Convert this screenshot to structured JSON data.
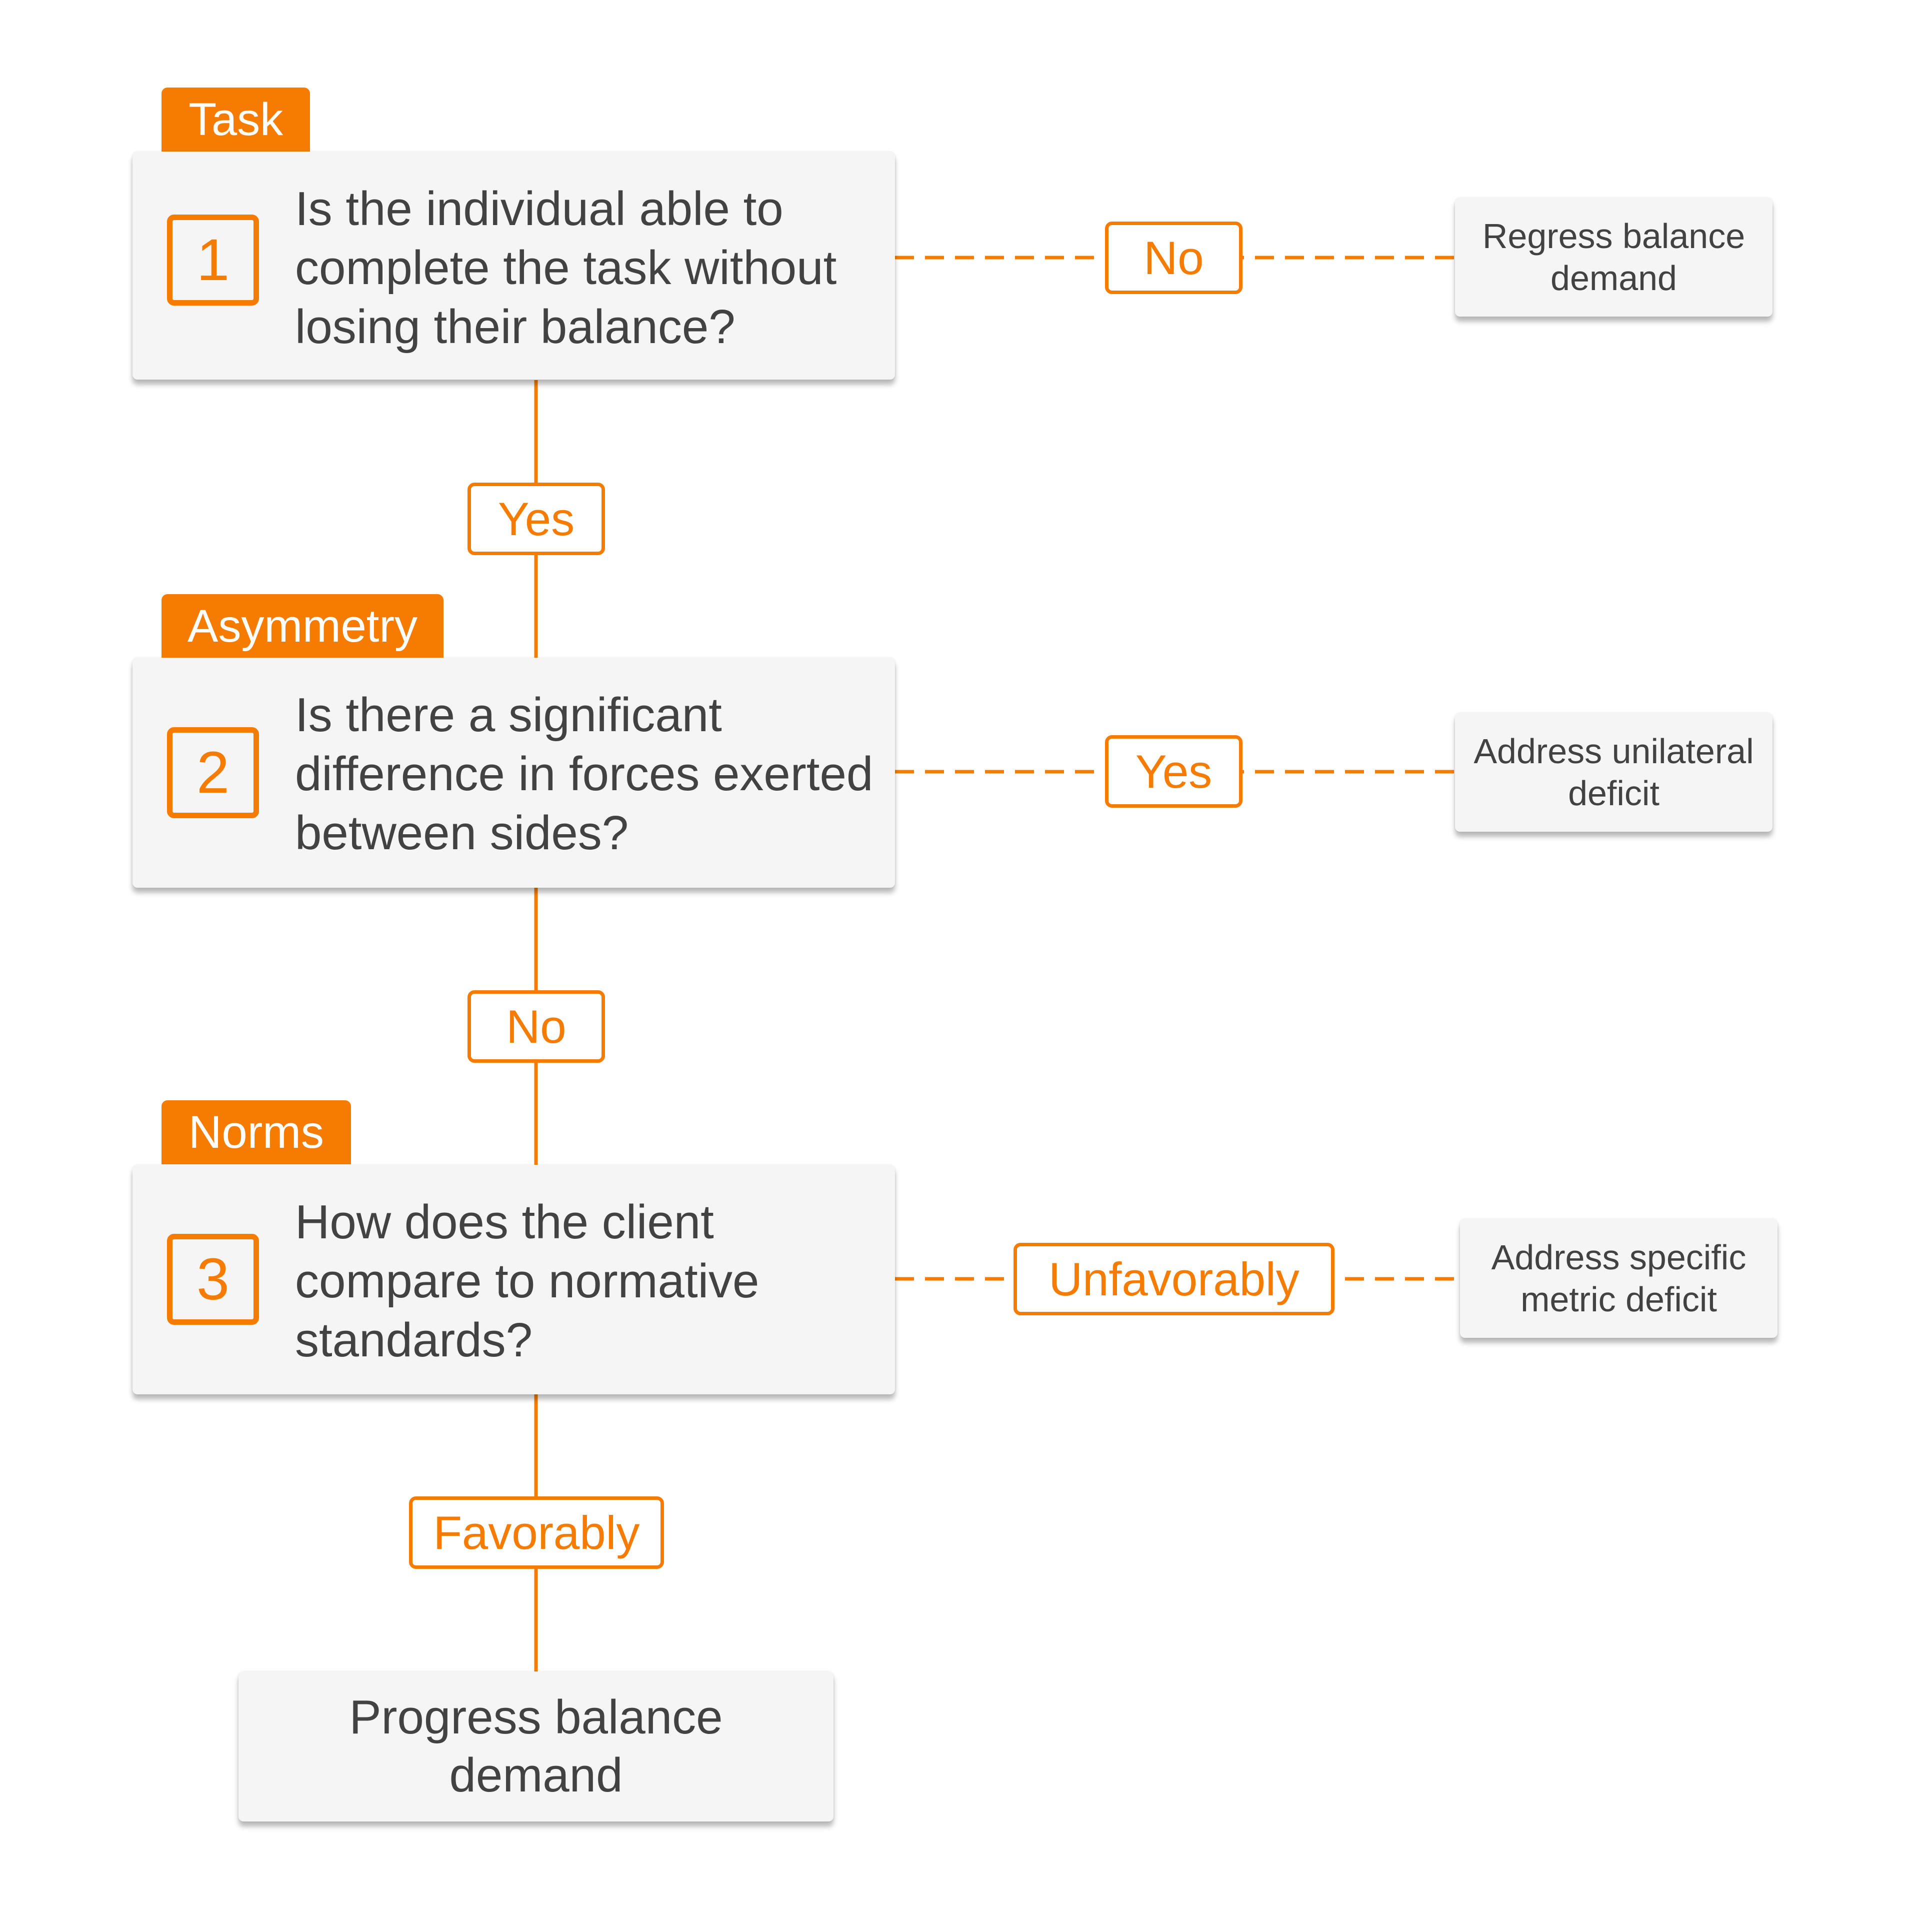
{
  "colors": {
    "accent": "#f57c00",
    "box_background": "#f5f5f5",
    "text": "#424242"
  },
  "steps": [
    {
      "category": "Task",
      "number": "1",
      "question": "Is the individual able to complete the task without losing their balance?",
      "side_label": "No",
      "side_outcome": "Regress balance demand",
      "down_label": "Yes"
    },
    {
      "category": "Asymmetry",
      "number": "2",
      "question": "Is there a significant difference in forces exerted between sides?",
      "side_label": "Yes",
      "side_outcome": "Address unilateral deficit",
      "down_label": "No"
    },
    {
      "category": "Norms",
      "number": "3",
      "question": "How does the client compare to normative standards?",
      "side_label": "Unfavorably",
      "side_outcome": "Address specific metric deficit",
      "down_label": "Favorably"
    }
  ],
  "final_outcome": "Progress balance demand"
}
